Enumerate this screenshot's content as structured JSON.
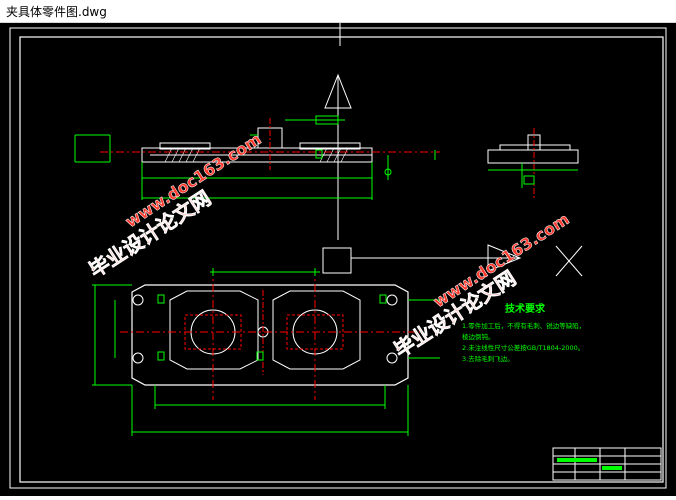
{
  "window": {
    "title": "夹具体零件图.dwg"
  },
  "colors": {
    "background": "#000000",
    "line": "#ffffff",
    "dim": "#00ff00",
    "center": "#ff0000",
    "watermark": "#ff3b2f",
    "accent": "#ffff00"
  },
  "watermark": {
    "brand": "毕业设计论文网",
    "url": "www.doc163.com"
  },
  "drawing": {
    "tech_title": "技术要求",
    "tech_lines": [
      "1.零件加工后，不得有毛刺、锐边等缺陷，",
      "  棱边倒钝。",
      "2.未注线性尺寸公差按GB/T1804-2000。",
      "3.去除毛刺飞边。"
    ]
  }
}
